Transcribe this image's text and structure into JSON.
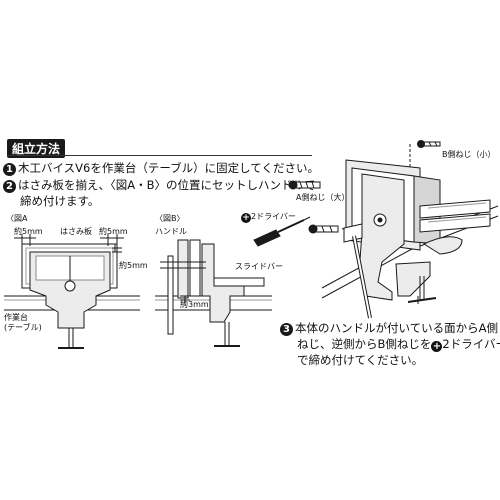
{
  "heading": "組立方法",
  "steps": [
    {
      "num": "1",
      "text": "木工バイスV6を作業台（テーブル）に固定してください。"
    },
    {
      "num": "2",
      "line1": "はさみ板を揃え、〈図A・B〉の位置にセットしハンドルで",
      "line2": "締め付けます。"
    },
    {
      "num": "3",
      "line1": "本体のハンドルが付いている面からA側",
      "line2": "ねじ、逆側からB側ねじを",
      "line2_after": "2ドライバー",
      "line3": "で締め付けてください。"
    }
  ],
  "figA": {
    "title": "〈図A",
    "dim_left": "約5mm",
    "dim_right": "約5mm",
    "dim_side": "約5mm",
    "board": "はさみ板",
    "table_line1": "作業台",
    "table_line2": "(テーブル)"
  },
  "figB": {
    "title": "〈図B〉",
    "handle": "ハンドル",
    "slide_bar": "スライドバー",
    "dim": "約3mm"
  },
  "parts": {
    "driver": "2ドライバー",
    "screw_a": "A側ねじ（大）",
    "screw_b": "B側ねじ（小）"
  },
  "colors": {
    "line": "#1a1a1a",
    "part_fill": "#ececec",
    "shade": "#bdbdbd"
  }
}
